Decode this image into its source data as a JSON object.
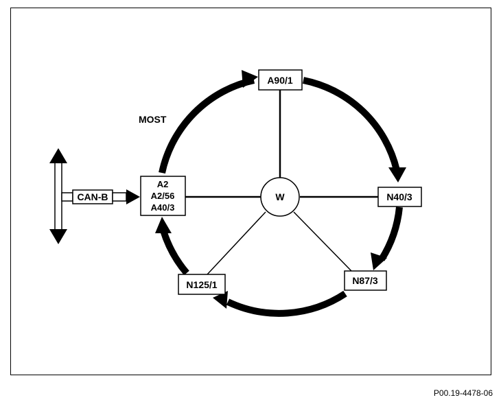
{
  "diagram": {
    "bus_label": "MOST",
    "hub": {
      "label": "W"
    },
    "nodes": {
      "top": "A90/1",
      "right": "N40/3",
      "lower_right": "N87/3",
      "lower_left": "N125/1",
      "left": [
        "A2",
        "A2/56",
        "A40/3"
      ]
    },
    "can_label": "CAN-B"
  },
  "footer": {
    "code": "P00.19-4478-06"
  },
  "colors": {
    "ink": "#000000",
    "paper": "#ffffff"
  }
}
